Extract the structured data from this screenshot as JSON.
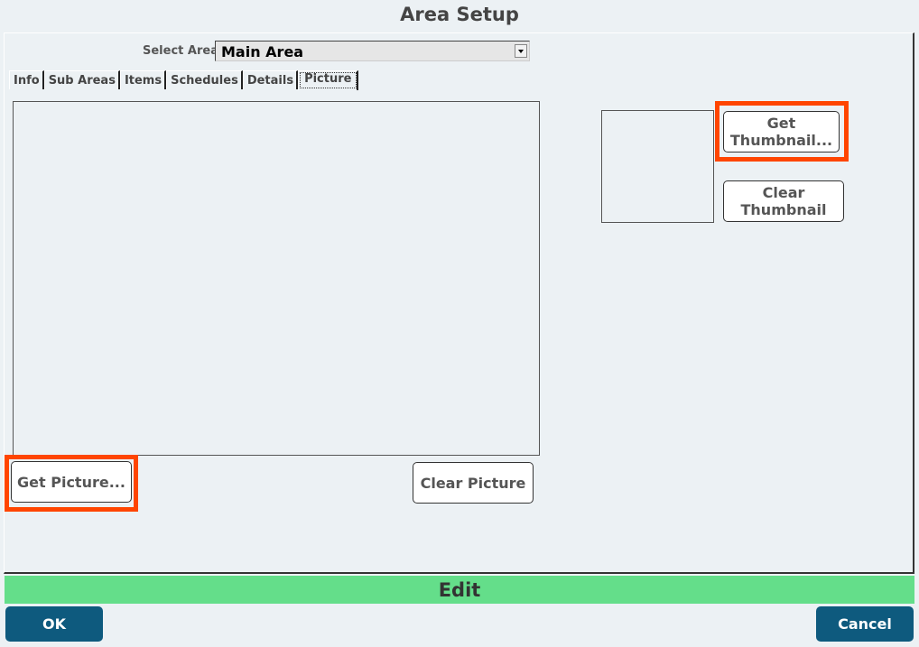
{
  "window": {
    "title": "Area Setup"
  },
  "area_select": {
    "label": "Select Area",
    "value": "Main Area"
  },
  "tabs": [
    {
      "label": "Info"
    },
    {
      "label": "Sub Areas"
    },
    {
      "label": "Items"
    },
    {
      "label": "Schedules"
    },
    {
      "label": "Details"
    },
    {
      "label": "Picture",
      "active": true
    }
  ],
  "picture": {
    "get_label": "Get Picture...",
    "clear_label": "Clear Picture"
  },
  "thumbnail": {
    "get_line1": "Get",
    "get_line2": "Thumbnail...",
    "clear_line1": "Clear",
    "clear_line2": "Thumbnail"
  },
  "status": {
    "mode": "Edit"
  },
  "footer": {
    "ok_label": "OK",
    "cancel_label": "Cancel"
  },
  "colors": {
    "highlight": "#ff4500",
    "status_bar": "#64de8a",
    "dialog_button": "#0e5a7e",
    "background": "#ecf1f4"
  }
}
